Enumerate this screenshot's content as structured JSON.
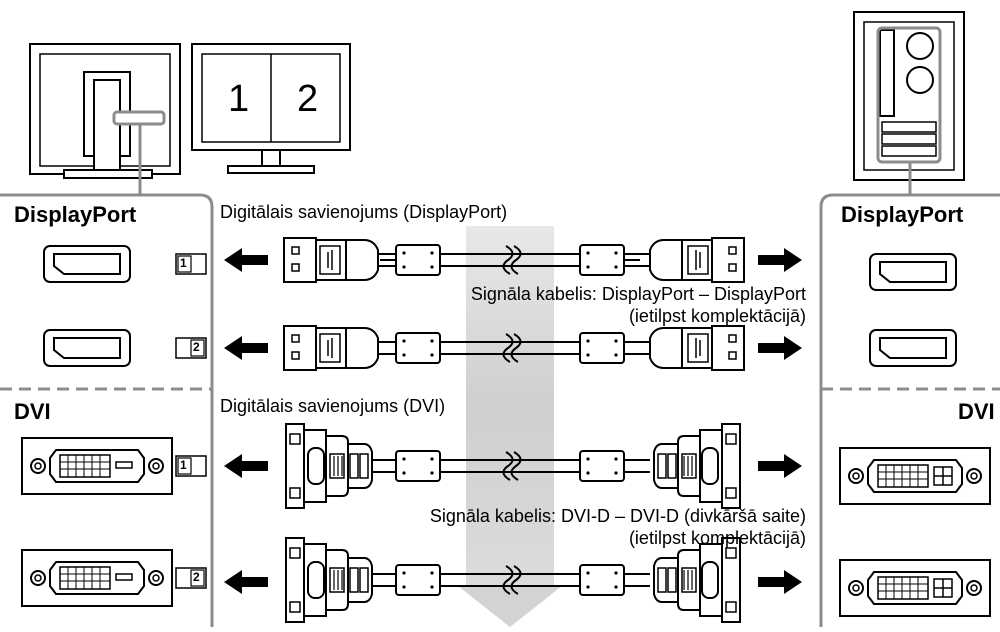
{
  "monitor_split": {
    "left_number": "1",
    "right_number": "2"
  },
  "left_panel": {
    "displayport_title": "DisplayPort",
    "dvi_title": "DVI",
    "port_badges": [
      "1",
      "2",
      "1",
      "2"
    ]
  },
  "right_panel": {
    "displayport_title": "DisplayPort",
    "dvi_title": "DVI"
  },
  "displayport_section": {
    "connection_label": "Digitālais savienojums (DisplayPort)",
    "cable_label_line1": "Signāla kabelis: DisplayPort – DisplayPort",
    "cable_label_line2": "(ietilpst komplektācijā)"
  },
  "dvi_section": {
    "connection_label": "Digitālais savienojums (DVI)",
    "cable_label_line1": "Signāla kabelis: DVI-D – DVI-D (divkāršā saite)",
    "cable_label_line2": "(ietilpst komplektācijā)"
  },
  "colors": {
    "frame_gray": "#8c8c8c",
    "arrow_band": "#d6d6d6",
    "ink": "#000000"
  }
}
